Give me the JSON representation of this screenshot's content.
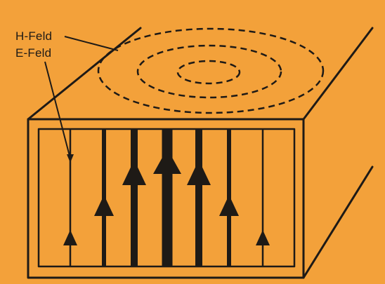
{
  "labels": {
    "h_field": "H-Feld",
    "e_field": "E-Feld"
  },
  "colors": {
    "background": "#f3a13a",
    "ink": "#1e1a16"
  },
  "field_lines": {
    "count": 7,
    "relative_strength": [
      1,
      2,
      3,
      4,
      3,
      2,
      1
    ]
  },
  "h_field_loops": 3
}
